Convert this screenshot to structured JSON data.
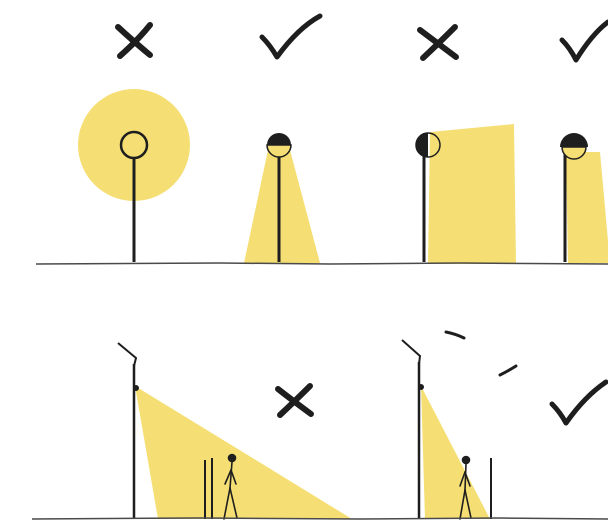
{
  "colors": {
    "light": "#f5df74",
    "ink": "#1e1e1e",
    "ground": "#4a4a4a",
    "background": "#ffffff"
  },
  "marks": {
    "wrong": "wrong-cross",
    "right": "right-check"
  },
  "panels": [
    {
      "id": "globe-lamp",
      "verdict": "wrong"
    },
    {
      "id": "shielded-lamp-downward-cone",
      "verdict": "right"
    },
    {
      "id": "half-shielded-lamp-wide-spill",
      "verdict": "wrong"
    },
    {
      "id": "hooded-lamp-narrow-beam",
      "verdict": "right"
    },
    {
      "id": "tilted-pole-wide-spill-with-pedestrian",
      "verdict": "wrong"
    },
    {
      "id": "tilted-pole-focused-beam-with-pedestrian",
      "verdict": "right"
    }
  ]
}
